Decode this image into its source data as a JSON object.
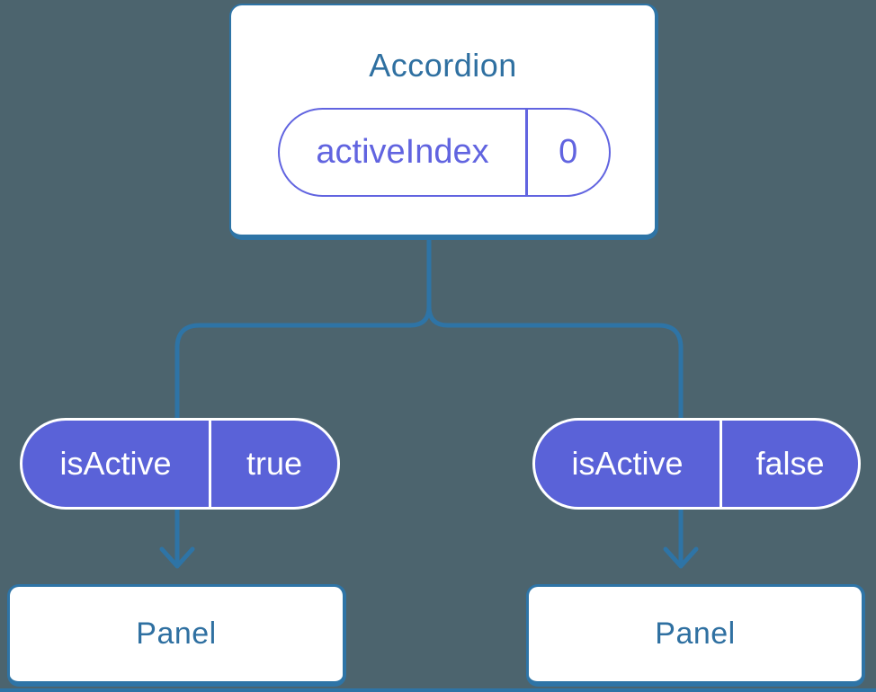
{
  "colors": {
    "background": "#4c646e",
    "connector_blue": "#2e74a6",
    "heading_text_blue": "#2f70a1",
    "state_purple_outline": "#6164e0",
    "prop_pill_fill": "#5a62d8",
    "card_white": "#ffffff"
  },
  "tree": {
    "root": {
      "title": "Accordion",
      "pill": {
        "name": "activeIndex",
        "value": "0"
      }
    },
    "children": [
      {
        "pill": {
          "name": "isActive",
          "value": "true"
        },
        "child_card": {
          "title": "Panel"
        }
      },
      {
        "pill": {
          "name": "isActive",
          "value": "false"
        },
        "child_card": {
          "title": "Panel"
        }
      }
    ]
  }
}
